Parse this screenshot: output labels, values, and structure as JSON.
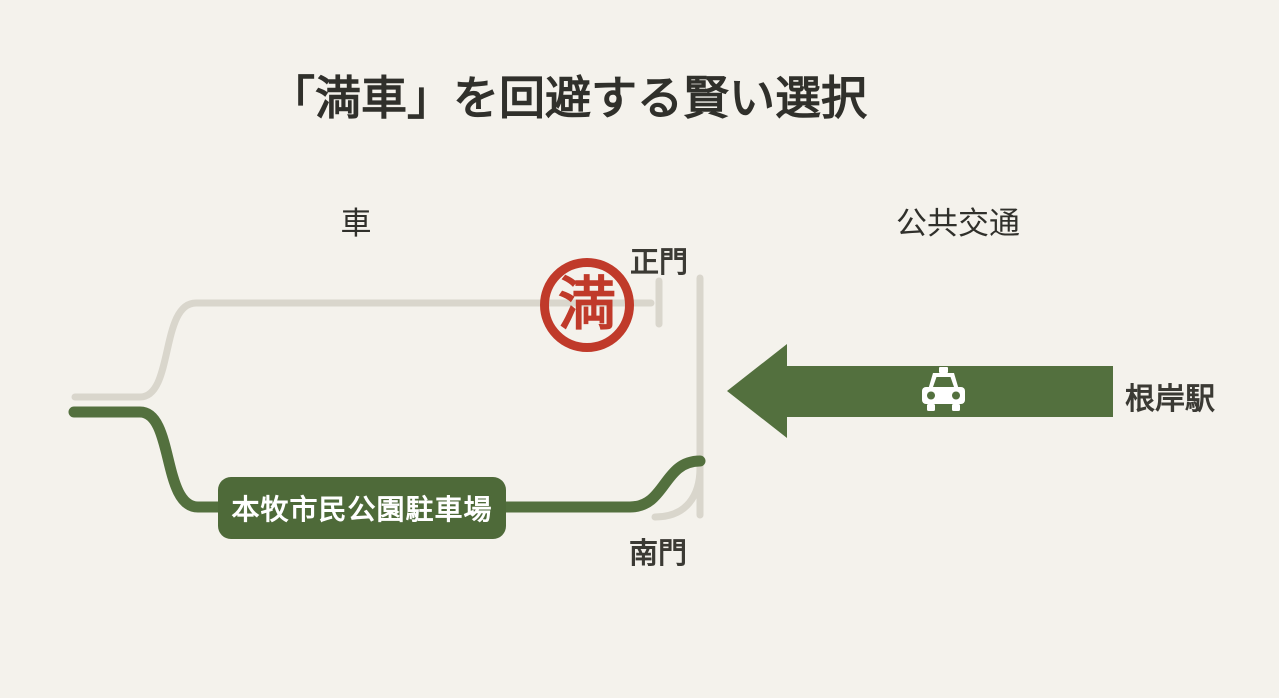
{
  "title": "「満車」を回避する賢い選択",
  "sections": {
    "car": "車",
    "transit": "公共交通"
  },
  "map": {
    "stamp_text": "満",
    "main_gate": "正門",
    "south_gate": "南門",
    "parking_name": "本牧市民公園駐車場",
    "station_name": "根岸駅",
    "taxi_icon": "taxi-front-icon"
  },
  "colors": {
    "background": "#f4f2ec",
    "road_gray": "#d9d6cc",
    "route_green": "#53703e",
    "badge_green": "#4e6a39",
    "stamp_red": "#c03a2a",
    "text_dark": "#30302b",
    "gate_text": "#3b3a34",
    "white": "#ffffff"
  }
}
